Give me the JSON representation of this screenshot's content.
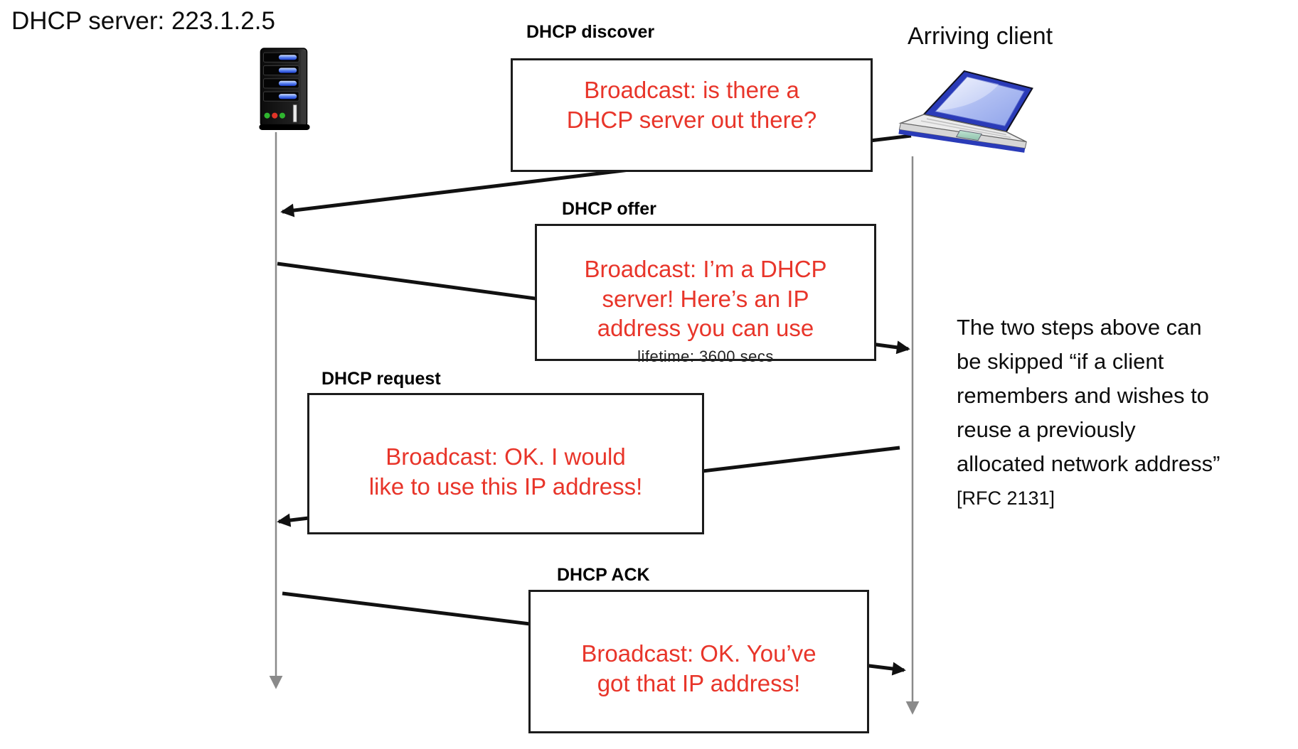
{
  "headers": {
    "server": "DHCP server: 223.1.2.5",
    "client": "Arriving client"
  },
  "messages": [
    {
      "id": "discover",
      "label": "DHCP discover",
      "text": "Broadcast: is there a\nDHCP server out there?",
      "from": "client",
      "to": "server"
    },
    {
      "id": "offer",
      "label": "DHCP offer",
      "text": "Broadcast: I’m a DHCP\nserver! Here’s an IP\naddress you can use",
      "clipped_text": "lifetime: 3600 secs",
      "from": "server",
      "to": "client"
    },
    {
      "id": "request",
      "label": "DHCP request",
      "text": "Broadcast: OK.  I would\nlike to use this IP address!",
      "from": "client",
      "to": "server"
    },
    {
      "id": "ack",
      "label": "DHCP ACK",
      "text": "Broadcast: OK.  You’ve\ngot that IP address!",
      "from": "server",
      "to": "client"
    }
  ],
  "note": {
    "text": "The two steps above can\nbe skipped “if a client\nremembers and wishes to\nreuse a previously\nallocated network address”",
    "citation": "[RFC 2131]"
  },
  "icons": {
    "server": "server-tower-icon",
    "client": "laptop-icon"
  },
  "colors": {
    "message_text": "#e8352a",
    "label_text": "#000000",
    "arrow": "#111111",
    "timeline": "#8a8a8a",
    "server_bay_blue": "#2a4fd6",
    "laptop_blue": "#2a3bb8"
  }
}
